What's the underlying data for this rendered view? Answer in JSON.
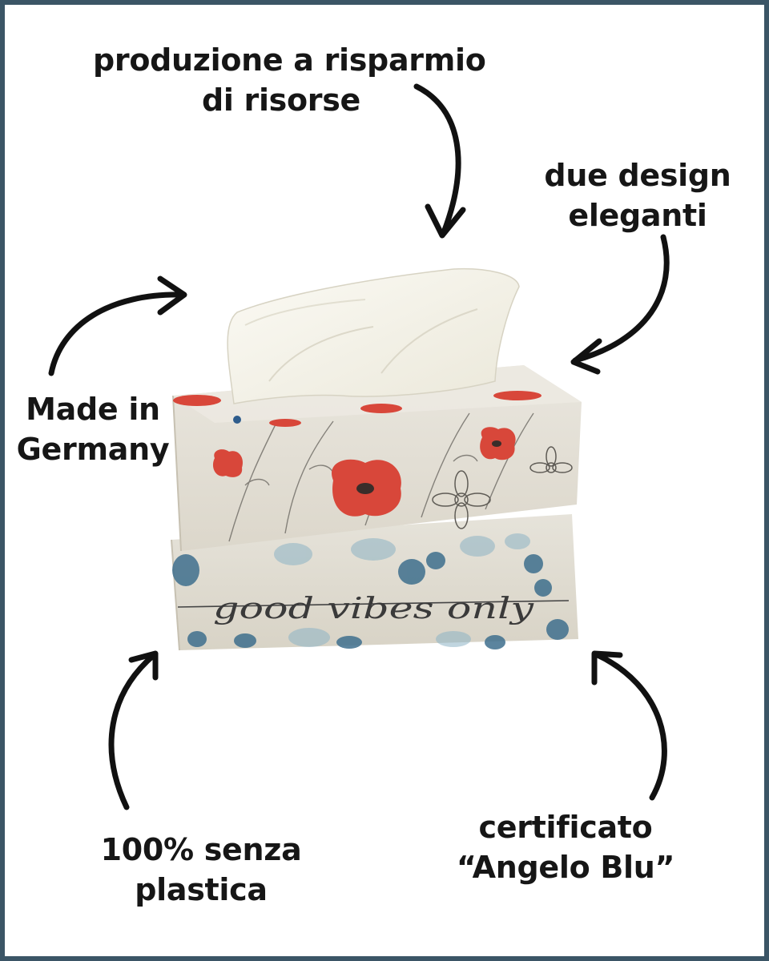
{
  "callouts": {
    "top": {
      "line1": "produzione a risparmio",
      "line2": "di risorse"
    },
    "design": {
      "line1": "due design",
      "line2": "eleganti"
    },
    "germany": {
      "line1": "Made in",
      "line2": "Germany"
    },
    "plastic": {
      "line1": "100% senza",
      "line2": "plastica"
    },
    "angel": {
      "line1": "certificato",
      "line2": "“Angelo Blu”"
    }
  },
  "product": {
    "script_text": "good vibes only"
  },
  "colors": {
    "frame_border": "#3b5566",
    "text": "#161616",
    "arrow": "#111111",
    "poppy_red": "#d8473a",
    "cardboard": "#e4e0d6",
    "blue_dots": "#3e6f8d"
  },
  "icons": {
    "arrow": "curved-arrow-icon",
    "poppy": "poppy-flower-icon"
  }
}
